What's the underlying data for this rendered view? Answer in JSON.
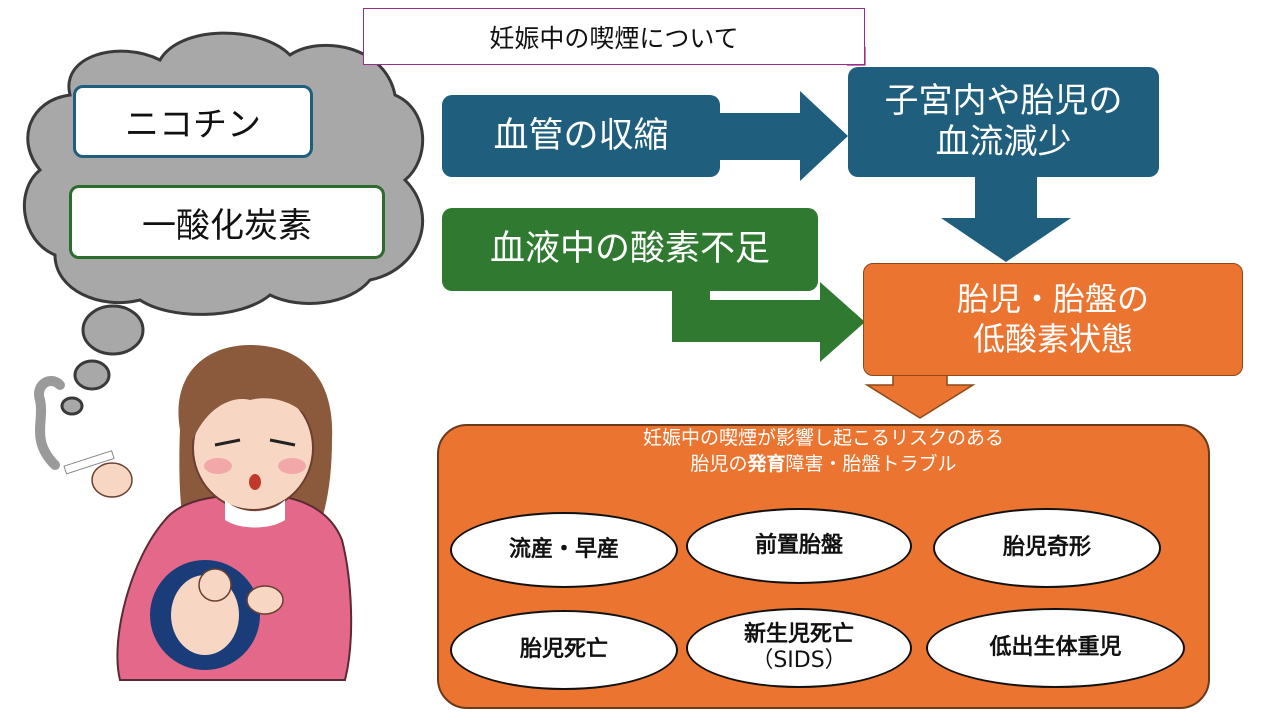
{
  "title": "妊娠中の喫煙について",
  "thought": {
    "item1": "ニコチン",
    "item2": "一酸化炭素"
  },
  "flow": {
    "vasoconstriction": "血管の収縮",
    "bloodflow_line1": "子宮内や胎児の",
    "bloodflow_line2": "血流減少",
    "oxygen_shortage": "血液中の酸素不足",
    "hypoxia_line1": "胎児・胎盤の",
    "hypoxia_line2": "低酸素状態"
  },
  "risk": {
    "heading_line1": "妊娠中の喫煙が影響し起こるリスクのある",
    "heading_line2_a": "胎児の",
    "heading_line2_b": "発育",
    "heading_line2_c": "障害・胎盤トラブル",
    "items": [
      {
        "line1": "流産・早産",
        "line2": ""
      },
      {
        "line1": "前置胎盤",
        "line2": ""
      },
      {
        "line1": "胎児奇形",
        "line2": ""
      },
      {
        "line1": "胎児死亡",
        "line2": ""
      },
      {
        "line1": "新生児死亡",
        "line2": "（SIDS）"
      },
      {
        "line1": "低出生体重児",
        "line2": ""
      }
    ]
  },
  "colors": {
    "teal": "#1f5f7d",
    "green": "#2f7a30",
    "orange": "#ea7430",
    "cloud_gray": "#a8a8a8",
    "shirt_pink": "#e4688a"
  }
}
